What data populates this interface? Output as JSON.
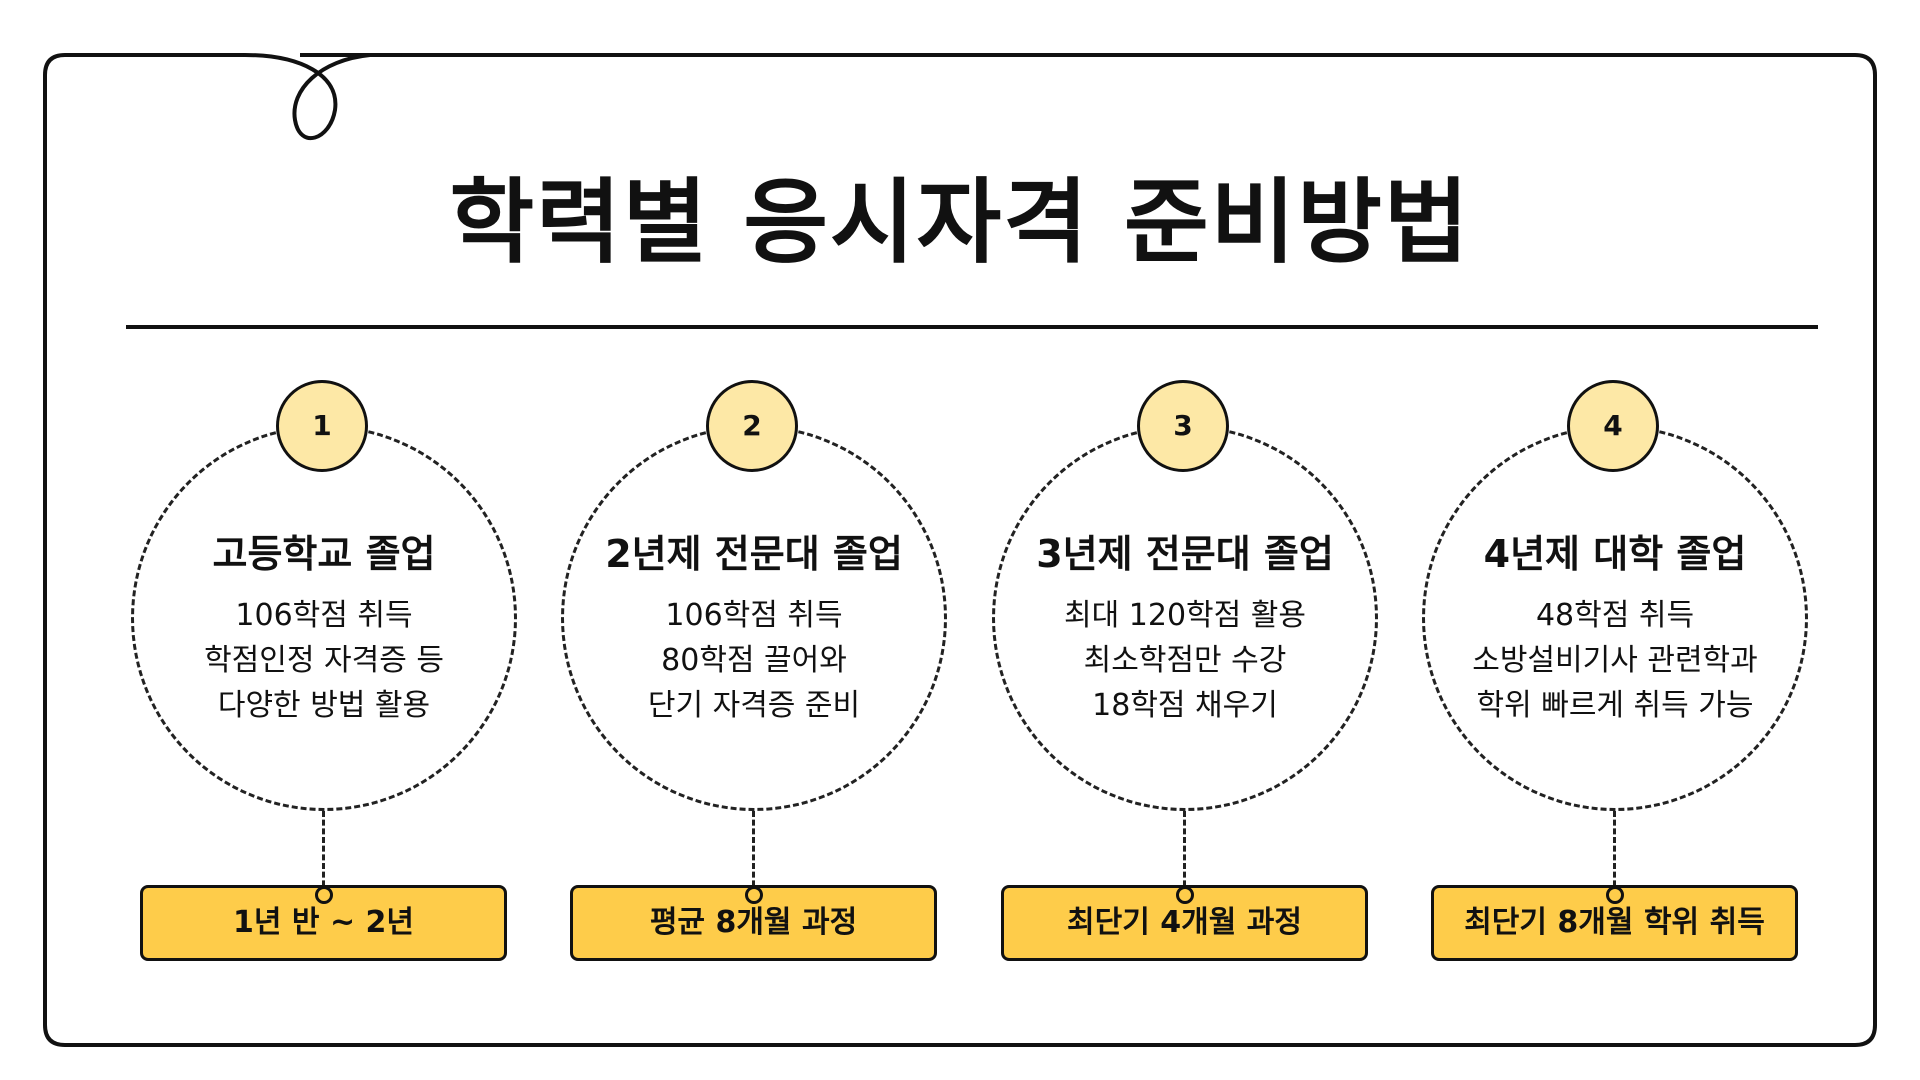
{
  "title": "학력별 응시자격 준비방법",
  "colors": {
    "accent": "#fecc4a",
    "badge_fill": "#fde8a6",
    "ink": "#111111",
    "background": "#ffffff"
  },
  "steps": [
    {
      "number": "1",
      "title": "고등학교 졸업",
      "lines": [
        "106학점 취득",
        "학점인정 자격증 등",
        "다양한 방법 활용"
      ],
      "duration": "1년 반 ~ 2년"
    },
    {
      "number": "2",
      "title": "2년제 전문대 졸업",
      "lines": [
        "106학점 취득",
        "80학점 끌어와",
        "단기 자격증 준비"
      ],
      "duration": "평균 8개월 과정"
    },
    {
      "number": "3",
      "title": "3년제 전문대 졸업",
      "lines": [
        "최대 120학점 활용",
        "최소학점만 수강",
        "18학점 채우기"
      ],
      "duration": "최단기 4개월 과정"
    },
    {
      "number": "4",
      "title": "4년제 대학 졸업",
      "lines": [
        "48학점 취득",
        "소방설비기사 관련학과",
        "학위 빠르게 취득 가능"
      ],
      "duration": "최단기 8개월 학위 취득"
    }
  ]
}
